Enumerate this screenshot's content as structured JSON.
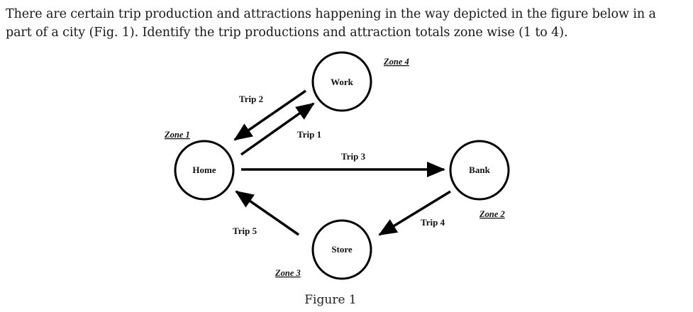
{
  "question": {
    "line1": "There are certain trip production and attractions happening in the way depicted in the figure below in a",
    "line2": "part of a city (Fig. 1). Identify the trip productions and attraction totals zone wise (1 to 4)."
  },
  "figure": {
    "caption": "Figure 1",
    "nodes": [
      {
        "id": "home",
        "label": "Home",
        "zone": "Zone 1"
      },
      {
        "id": "bank",
        "label": "Bank",
        "zone": "Zone 2"
      },
      {
        "id": "store",
        "label": "Store",
        "zone": "Zone 3"
      },
      {
        "id": "work",
        "label": "Work",
        "zone": "Zone 4"
      }
    ],
    "trips": [
      {
        "label": "Trip 1",
        "from": "home",
        "to": "work"
      },
      {
        "label": "Trip 2",
        "from": "work",
        "to": "home"
      },
      {
        "label": "Trip 3",
        "from": "home",
        "to": "bank"
      },
      {
        "label": "Trip 4",
        "from": "bank",
        "to": "store"
      },
      {
        "label": "Trip 5",
        "from": "store",
        "to": "home"
      }
    ]
  }
}
